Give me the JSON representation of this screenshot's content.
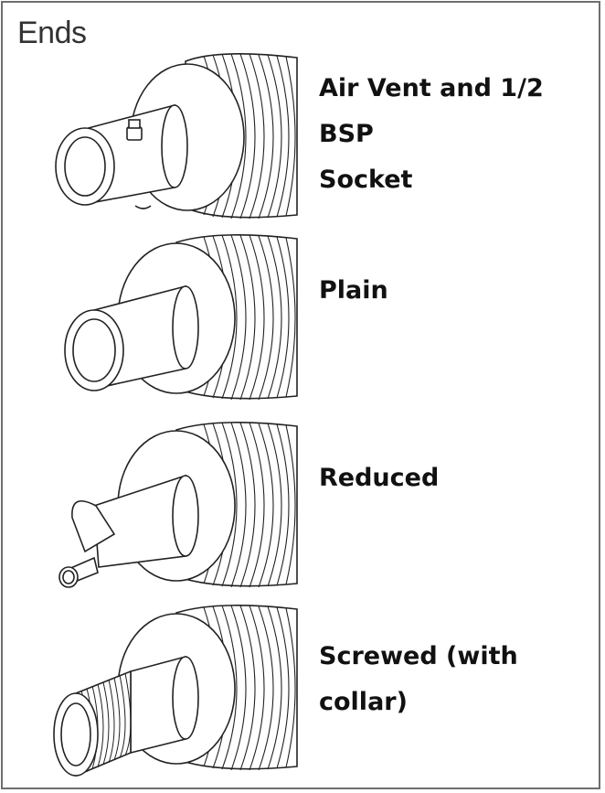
{
  "title": "Ends",
  "items": [
    {
      "id": "air-vent",
      "lines": [
        "Air Vent and 1/2 BSP",
        "Socket"
      ]
    },
    {
      "id": "plain",
      "lines": [
        "Plain"
      ]
    },
    {
      "id": "reduced",
      "lines": [
        "Reduced"
      ]
    },
    {
      "id": "screwed",
      "lines": [
        "Screwed (with",
        "collar)"
      ]
    }
  ]
}
